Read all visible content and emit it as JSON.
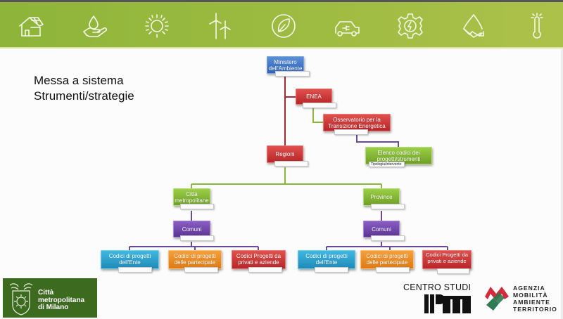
{
  "banner": {
    "icons": [
      "house-solar-icon",
      "hand-water-drop-icon",
      "sun-icon",
      "wind-turbine-icon",
      "leaf-icon",
      "electric-car-icon",
      "gear-energy-icon",
      "drop-down-arrow-icon",
      "thermometer-icon"
    ],
    "colors": {
      "background": "#9cbb40",
      "icon": "#f4f7e8"
    }
  },
  "title": {
    "line1": "Messa a sistema",
    "line2": "Strumenti/strategie"
  },
  "org_chart": {
    "nodes": {
      "ministero": "Ministero dell'Ambiente",
      "enea": "ENEA",
      "osservatorio": "Osservatorio per la Transizione Energetica",
      "elenco": "Elenco codici dei progetti/strumenti",
      "elenco_sub": "Tipologia/intervento",
      "regioni": "Regioni",
      "citta": "Città metropolitane",
      "province": "Province",
      "comuni_left": "Comuni",
      "comuni_right": "Comuni",
      "codici_ente_left": "Codici di progetti dell'Ente",
      "codici_partecipate_left": "Codici di progetti delle partecipate",
      "codici_privati_left": "Codici Progetti da privati e aziende",
      "codici_ente_right": "Codici di progetti dell'Ente",
      "codici_partecipate_right": "Codici di progetti delle partecipate",
      "codici_privati_right": "Codici Progetti da privati e aziende"
    },
    "colors": {
      "blue": "#2e62b8",
      "red": "#b8262a",
      "green": "#6f9f26",
      "purple": "#5c3394",
      "cyan": "#1f8ab8",
      "orange": "#e07a12",
      "line_red": "#a52a36",
      "line_green": "#8ab83a",
      "line_purple": "#6a4a9a"
    }
  },
  "footer": {
    "citta_metropolitana": {
      "line1": "Città",
      "line2": "metropolitana",
      "line3": "di Milano"
    },
    "centro_studi": "CENTRO STUDI",
    "pm_logo": "PM",
    "amat": {
      "line1": "AGENZIA",
      "line2": "MOBILITÀ",
      "line3": "AMBIENTE",
      "line4": "TERRITORIO"
    }
  }
}
